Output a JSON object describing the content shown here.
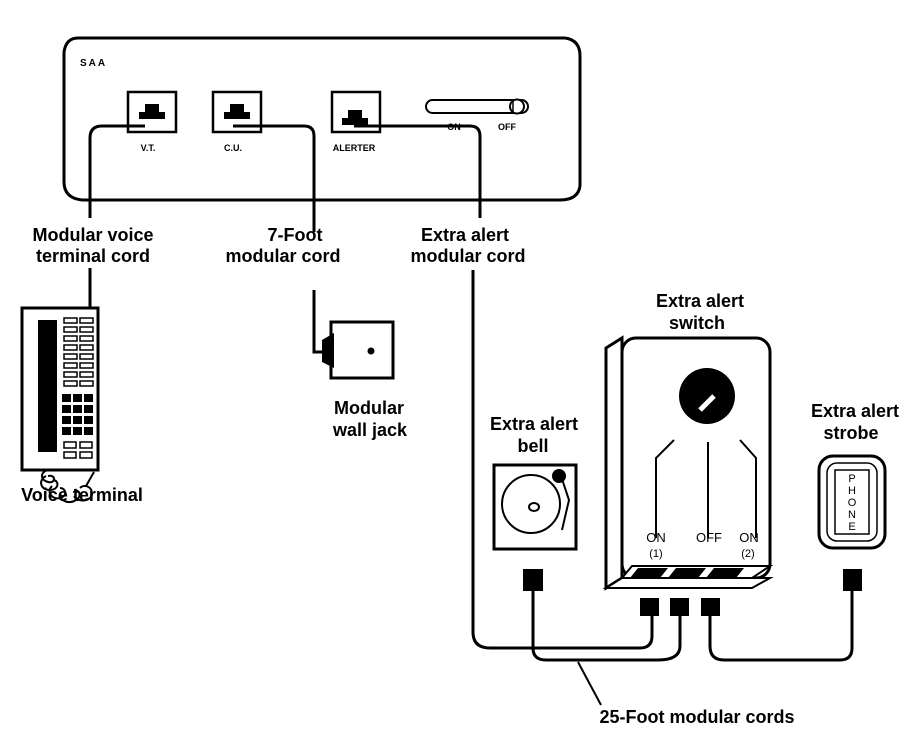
{
  "unit": {
    "brand": "SAA",
    "ports": {
      "vt": "V.T.",
      "cu": "C.U.",
      "alerter": "ALERTER"
    },
    "switch": {
      "on": "ON",
      "off": "OFF"
    }
  },
  "labels": {
    "voice_cord_1": "Modular voice",
    "voice_cord_2": "terminal cord",
    "seven_foot_1": "7-Foot",
    "seven_foot_2": "modular cord",
    "extra_cord_1": "Extra alert",
    "extra_cord_2": "modular cord",
    "wall_jack_1": "Modular",
    "wall_jack_2": "wall jack",
    "voice_terminal": "Voice terminal",
    "alert_switch_1": "Extra alert",
    "alert_switch_2": "switch",
    "alert_bell_1": "Extra alert",
    "alert_bell_2": "bell",
    "alert_strobe_1": "Extra alert",
    "alert_strobe_2": "strobe",
    "cords_25": "25-Foot modular cords"
  },
  "alert_switch": {
    "on1": "ON",
    "on1_num": "(1)",
    "off": "OFF",
    "on2": "ON",
    "on2_num": "(2)"
  },
  "strobe_letters": [
    "P",
    "H",
    "O",
    "N",
    "E"
  ]
}
